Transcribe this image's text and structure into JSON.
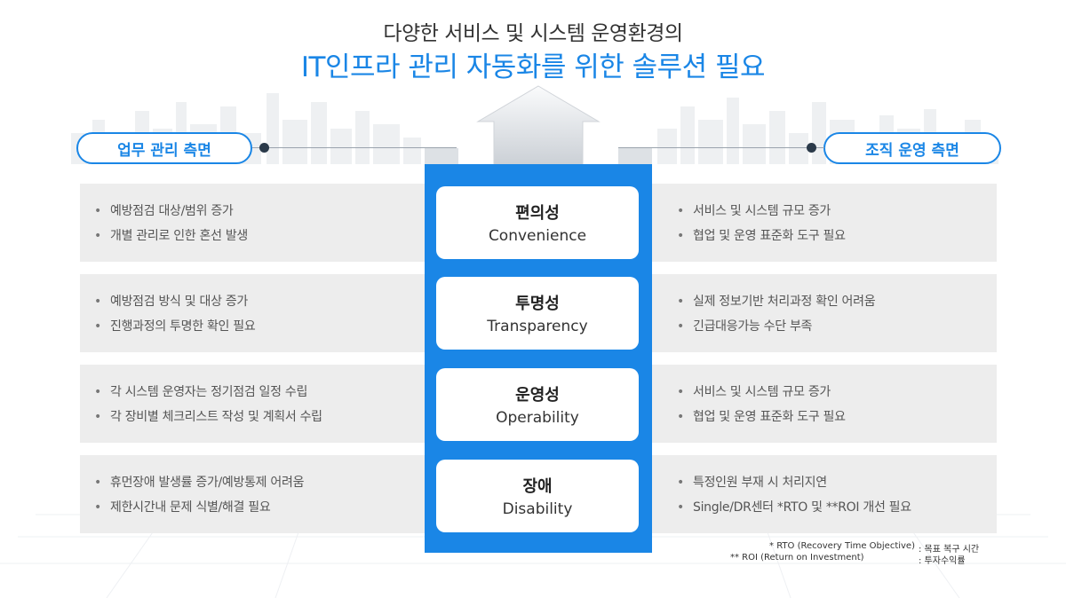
{
  "header": {
    "line1": "다양한 서비스 및 시스템 운영환경의",
    "line2": "IT인프라 관리 자동화를 위한  솔루션 필요"
  },
  "left_label": "업무 관리 측면",
  "right_label": "조직 운영 측면",
  "rows": [
    {
      "left": [
        "예방점검 대상/범위 증가",
        "개별 관리로 인한 혼선 발생"
      ],
      "center_ko": "편의성",
      "center_en": "Convenience",
      "right": [
        "서비스 및 시스템 규모 증가",
        "협업 및 운영 표준화 도구 필요"
      ]
    },
    {
      "left": [
        "예방점검 방식 및 대상 증가",
        "진행과정의 투명한 확인 필요"
      ],
      "center_ko": "투명성",
      "center_en": "Transparency",
      "right": [
        "실제 정보기반 처리과정 확인 어려움",
        "긴급대응가능 수단 부족"
      ]
    },
    {
      "left": [
        "각 시스템 운영자는 정기점검 일정 수립",
        "각 장비별 체크리스트 작성 및 계획서 수립"
      ],
      "center_ko": "운영성",
      "center_en": "Operability",
      "right": [
        "서비스 및 시스템 규모 증가",
        "협업 및 운영 표준화 도구 필요"
      ]
    },
    {
      "left": [
        "휴먼장애 발생률 증가/예방통제 어려움",
        "제한시간내 문제 식별/해결 필요"
      ],
      "center_ko": "장애",
      "center_en": "Disability",
      "right": [
        "특정인원 부재 시 처리지연",
        "Single/DR센터 *RTO 및 **ROI 개선 필요"
      ]
    }
  ],
  "footnotes": [
    {
      "term": "* RTO (Recovery Time Objective)",
      "meaning": ": 목표 복구 시간"
    },
    {
      "term": "** ROI  (Return on Investment)",
      "meaning": ": 투자수익률"
    }
  ],
  "colors": {
    "accent": "#1a86e6",
    "row_bg": "#ededed",
    "text": "#555555"
  }
}
